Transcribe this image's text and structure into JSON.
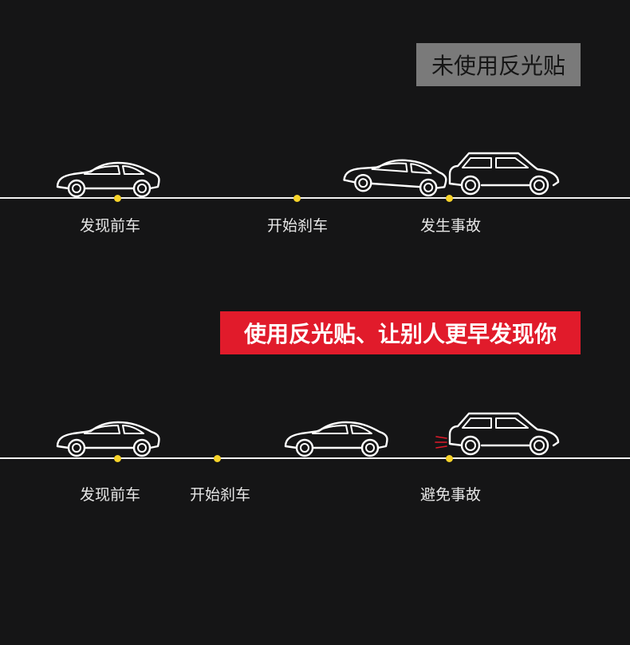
{
  "top": {
    "badge": "未使用反光贴",
    "labels": [
      "发现前车",
      "开始刹车",
      "发生事故"
    ]
  },
  "bottom": {
    "badge": "使用反光贴、让别人更早发现你",
    "labels": [
      "发现前车",
      "开始刹车",
      "避免事故"
    ]
  },
  "colors": {
    "background": "#151516",
    "road": "#f2f2f2",
    "marker": "#f7d32a",
    "badge_neutral": "#7a7a7a",
    "badge_accent": "#e11b2b",
    "brake_light": "#e11b2b"
  },
  "icons": [
    "sedan-icon",
    "hatchback-icon",
    "brake-light-icon"
  ]
}
